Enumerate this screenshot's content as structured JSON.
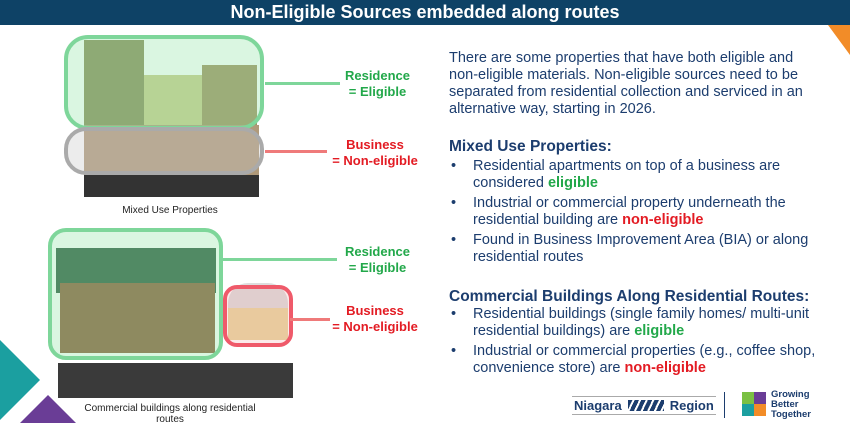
{
  "header": {
    "title": "Non-Eligible Sources embedded along routes"
  },
  "illustration1": {
    "residence_label_1": "Residence",
    "residence_label_2": "= Eligible",
    "business_label_1": "Business",
    "business_label_2": "= Non-eligible",
    "caption": "Mixed Use Properties"
  },
  "illustration2": {
    "residence_label_1": "Residence",
    "residence_label_2": "= Eligible",
    "business_label_1": "Business",
    "business_label_2": "= Non-eligible",
    "caption": "Commercial buildings along residential routes"
  },
  "intro": "There are some properties that have both eligible and non-eligible materials. Non-eligible sources need to be separated from residential collection and serviced in an alternative way, starting in 2026.",
  "section1": {
    "heading": "Mixed Use Properties:",
    "items": [
      {
        "text": "Residential apartments on top of a business are considered ",
        "highlight": "eligible"
      },
      {
        "text": "Industrial or commercial property underneath the residential building are ",
        "highlight": "non-eligible"
      },
      {
        "text": "Found in Business Improvement Area (BIA) or along residential routes"
      }
    ]
  },
  "section2": {
    "heading": "Commercial Buildings Along Residential Routes:",
    "items": [
      {
        "text": "Residential buildings (single family homes/ multi-unit residential buildings) are ",
        "highlight": "eligible"
      },
      {
        "text": "Industrial or commercial properties (e.g., coffee shop, convenience store) are ",
        "highlight": "non-eligible"
      }
    ]
  },
  "footer": {
    "logo1_left": "Niagara",
    "logo1_right": "Region",
    "logo2": "Growing Better Together"
  },
  "colors": {
    "header": "#0e4266",
    "eligible": "#22a84a",
    "noneligible": "#e31b23",
    "text": "#1c3d6e"
  }
}
